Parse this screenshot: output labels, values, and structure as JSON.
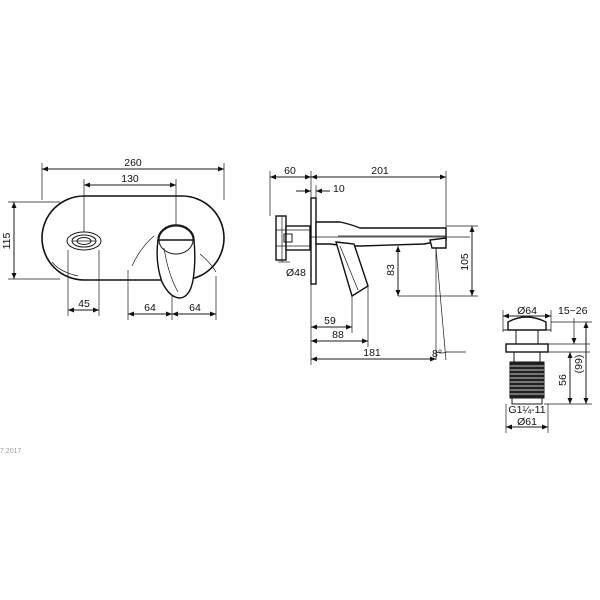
{
  "front_view": {
    "dim_width": "260",
    "dim_spacing": "130",
    "dim_height": "115",
    "dim_handle_offset": "45",
    "dim_left_half": "64",
    "dim_right_half": "64"
  },
  "side_view": {
    "dim_depth": "60",
    "dim_spout": "201",
    "dim_plate": "10",
    "dim_spout_height": "105",
    "dim_handle_height": "83",
    "dim_diameter": "Ø48",
    "dim_59": "59",
    "dim_88": "88",
    "dim_181": "181",
    "dim_angle": "8°"
  },
  "waste_view": {
    "dim_top_diameter": "Ø64",
    "dim_range": "15~26",
    "dim_99": "(99)",
    "dim_56": "56",
    "dim_thread": "G1¼-11",
    "dim_bottom_diameter": "Ø61"
  },
  "footer": {
    "date_fragment": "7.2017"
  }
}
